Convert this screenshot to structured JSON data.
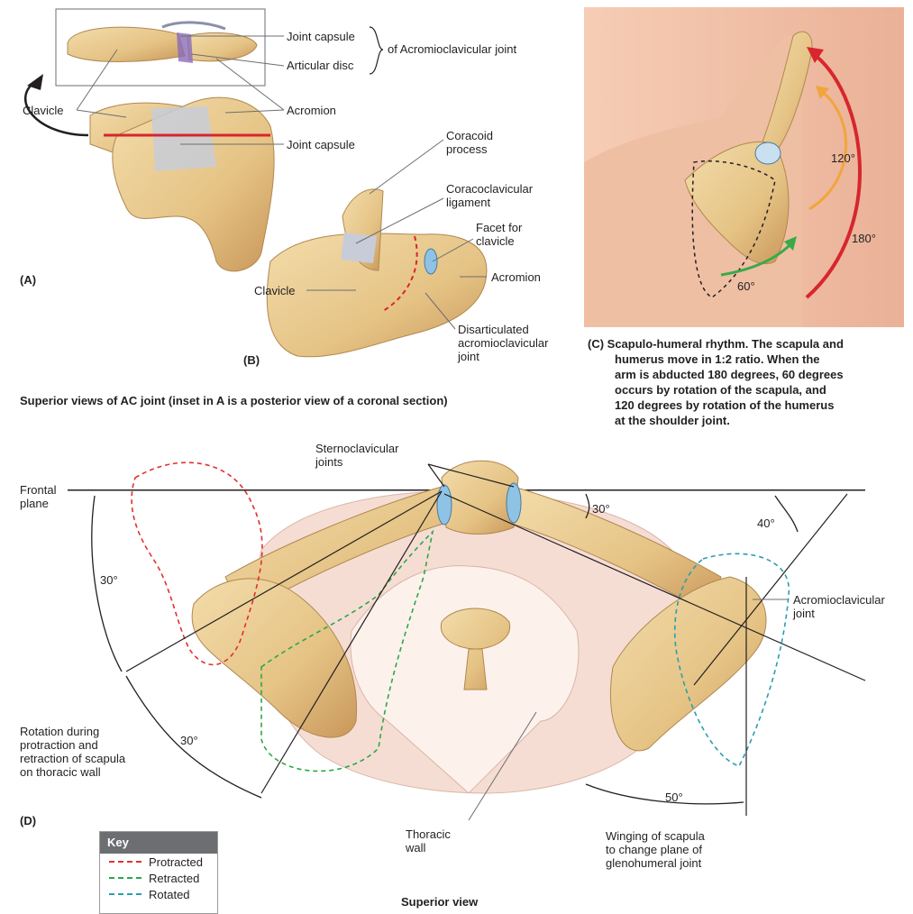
{
  "panelA": {
    "label": "(A)",
    "joint_capsule_top": "Joint capsule",
    "articular_disc": "Articular disc",
    "of_ac_joint": "of Acromioclavicular joint",
    "clavicle": "Clavicle",
    "acromion": "Acromion",
    "joint_capsule": "Joint capsule"
  },
  "panelB": {
    "label": "(B)",
    "coracoid_line1": "Coracoid",
    "coracoid_line2": "process",
    "ccl_line1": "Coracoclavicular",
    "ccl_line2": "ligament",
    "facet_line1": "Facet for",
    "facet_line2": "clavicle",
    "acromion": "Acromion",
    "clavicle": "Clavicle",
    "disart_line1": "Disarticulated",
    "disart_line2": "acromioclavicular",
    "disart_line3": "joint"
  },
  "superior_caption": "Superior views  of AC joint (inset in A is a posterior view of a coronal section)",
  "panelC": {
    "angle_120": "120°",
    "angle_180": "180°",
    "angle_60": "60°",
    "caption_lines": [
      "(C) Scapulo-humeral rhythm. The scapula and",
      "humerus move in 1:2 ratio. When the",
      "arm is abducted 180 degrees, 60 degrees",
      "occurs by rotation of the scapula, and",
      "120 degrees by rotation of the humerus",
      "at the shoulder joint."
    ]
  },
  "panelD": {
    "label": "(D)",
    "sternoclavicular_line1": "Sternoclavicular",
    "sternoclavicular_line2": "joints",
    "frontal_line1": "Frontal",
    "frontal_line2": "plane",
    "angle_30_top": "30°",
    "angle_40": "40°",
    "angle_30_left_upper": "30°",
    "angle_30_left_lower": "30°",
    "angle_50": "50°",
    "ac_line1": "Acromioclavicular",
    "ac_line2": "joint",
    "rotation_lines": [
      "Rotation during",
      "protraction and",
      "retraction of scapula",
      "on thoracic wall"
    ],
    "thoracic_line1": "Thoracic",
    "thoracic_line2": "wall",
    "winging_lines": [
      "Winging of scapula",
      "to change plane of",
      "glenohumeral joint"
    ],
    "superior_view": "Superior view"
  },
  "key": {
    "title": "Key",
    "items": [
      {
        "label": "Protracted",
        "color": "#e0312f"
      },
      {
        "label": "Retracted",
        "color": "#2aa84a"
      },
      {
        "label": "Rotated",
        "color": "#2a9db0"
      }
    ]
  },
  "colors": {
    "bone": "#e9c98d",
    "bone_shade": "#c89a55",
    "thorax": "#f6ddd3",
    "skin": "#f2c2a8",
    "cartilage": "#8fc3e6",
    "arrow_red": "#d7262e",
    "arrow_orange": "#f2a53a",
    "arrow_green": "#3aaa48"
  }
}
